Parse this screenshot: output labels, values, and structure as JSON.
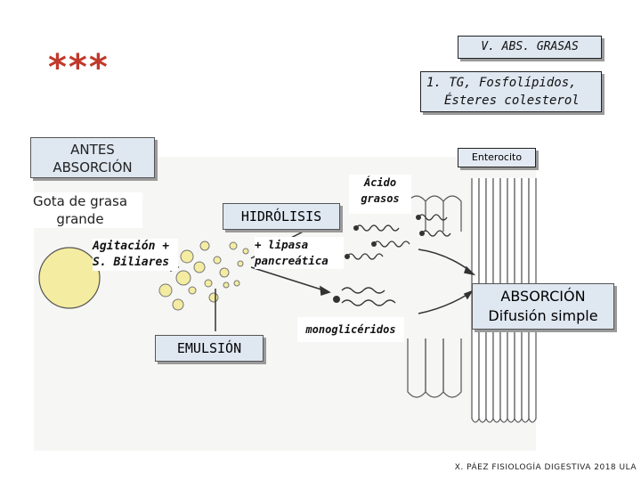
{
  "stars": "***",
  "title": "V. ABS. GRASAS",
  "subtitle": {
    "line1": "1. TG, Fosfolípidos,",
    "line2": "Ésteres colesterol"
  },
  "antes": {
    "line1": "ANTES",
    "line2": "ABSORCIÓN"
  },
  "enterocito": "Enterocito",
  "gota": {
    "line1": "Gota de grasa",
    "line2": "grande"
  },
  "agitacion": {
    "line1": "Agitación +",
    "line2": "S. Biliares"
  },
  "hidrolisis": "HIDRÓLISIS",
  "lipasa": {
    "line1": "+ lipasa",
    "line2": "pancreática"
  },
  "acido": {
    "line1": "Ácido",
    "line2": "grasos"
  },
  "emulsion": "EMULSIÓN",
  "monogliceridos": "monoglicéridos",
  "absorcion": {
    "line1": "ABSORCIÓN",
    "line2": "Difusión simple"
  },
  "footer": "X. PÁEZ  FISIOLOGÍA DIGESTIVA 2018  ULA",
  "colors": {
    "stars": "#c0392b",
    "box": "#dfe7f1",
    "droplet": "#f4eca0"
  }
}
